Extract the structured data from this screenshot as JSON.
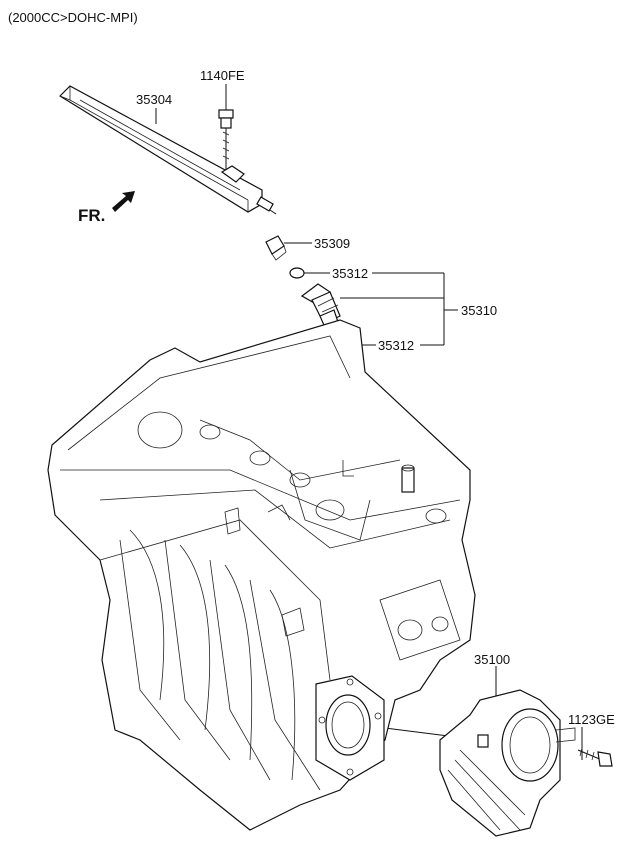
{
  "header": {
    "subtitle": "(2000CC>DOHC-MPI)"
  },
  "orientation": {
    "label": "FR."
  },
  "parts": [
    {
      "id": "p1140fe",
      "code": "1140FE"
    },
    {
      "id": "p35304",
      "code": "35304"
    },
    {
      "id": "p35309",
      "code": "35309"
    },
    {
      "id": "p35312a",
      "code": "35312"
    },
    {
      "id": "p35310",
      "code": "35310"
    },
    {
      "id": "p35312b",
      "code": "35312"
    },
    {
      "id": "p35100",
      "code": "35100"
    },
    {
      "id": "p1123ge",
      "code": "1123GE"
    }
  ],
  "colors": {
    "line": "#111111",
    "background": "#ffffff"
  }
}
